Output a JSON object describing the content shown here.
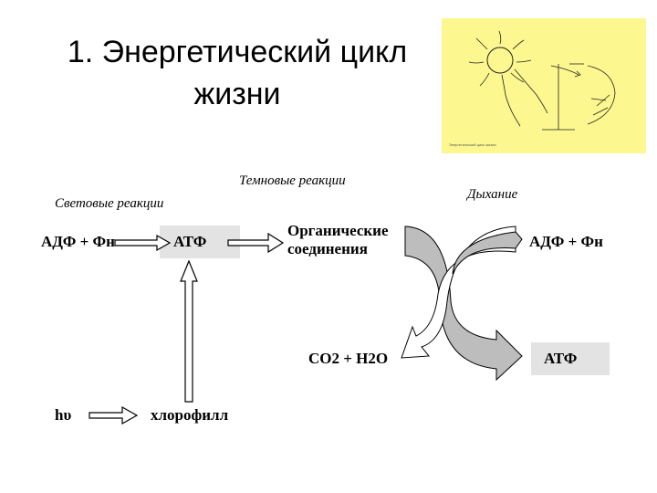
{
  "slide": {
    "title_line1": "1. Энергетический цикл",
    "title_line2": "жизни"
  },
  "thumbnail": {
    "caption": "Энергетический цикл жизни"
  },
  "labels": {
    "dark_reactions": "Темновые реакции",
    "light_reactions": "Световые реакции",
    "respiration": "Дыхание",
    "adp_left": "АДФ + Фн",
    "atp_left": "АТФ",
    "organic_line1": "Органические",
    "organic_line2": "соединения",
    "adp_right": "АДФ + Фн",
    "atp_right": "АТФ",
    "co2_h2o": "СО2 + Н2О",
    "hv": "hυ",
    "chlorophyll": "хлорофилл"
  },
  "colors": {
    "thumbnail_bg": "#fcf78f",
    "box_fill": "#e3e3e3",
    "curve_fill": "#bdbdbd"
  }
}
